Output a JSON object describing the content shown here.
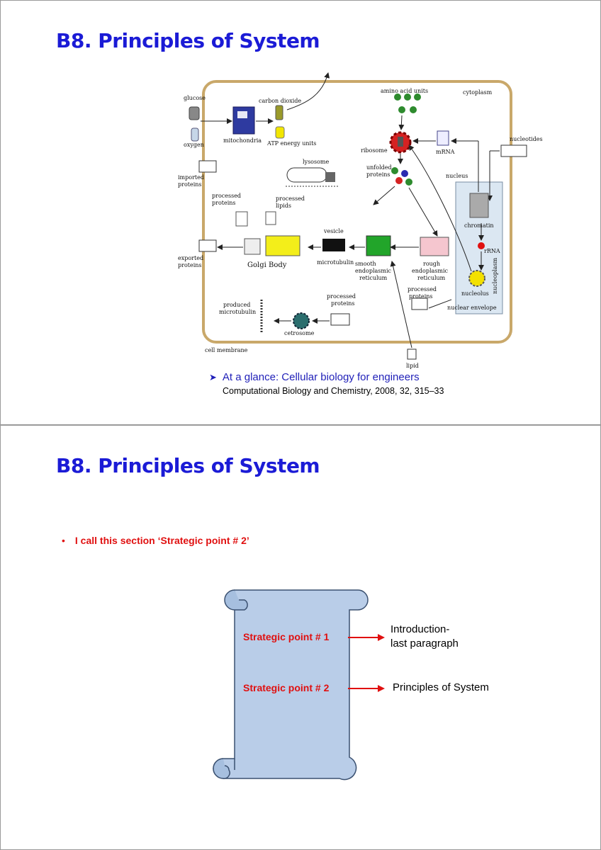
{
  "slides": [
    {
      "title": "B8. Principles of System",
      "figure": {
        "labels": {
          "cytoplasm": "cytoplasm",
          "glucose": "glucose",
          "oxygen": "oxygen",
          "mitochondria": "mitochondria",
          "carbon_dioxide": "carbon dioxide",
          "atp": "ATP energy units",
          "amino_acid_units": "amino acid units",
          "ribosome": "ribosome",
          "mrna": "mRNA",
          "nucleotides": "nucleotides",
          "nucleus": "nucleus",
          "chromatin": "chromatin",
          "rrna": "rRNA",
          "nucleoplasm": "nucleoplasm",
          "nucleolus": "nucleolus",
          "nuclear_envelope": "nuclear envelope",
          "imported_proteins_1": "imported",
          "imported_proteins_2": "proteins",
          "lysosome": "lysosome",
          "unfolded_proteins_1": "unfolded",
          "unfolded_proteins_2": "proteins",
          "processed_proteins_1": "processed",
          "processed_proteins_2": "proteins",
          "processed_lipids_1": "processed",
          "processed_lipids_2": "lipids",
          "vesicle": "vesicle",
          "microtubulin": "microtubulin",
          "exported_proteins_1": "exported",
          "exported_proteins_2": "proteins",
          "golgi_body": "Golgi Body",
          "smooth_er_1": "smooth",
          "smooth_er_2": "endoplasmic",
          "smooth_er_3": "reticulum",
          "rough_er_1": "rough",
          "rough_er_2": "endoplasmic",
          "rough_er_3": "reticulum",
          "processed_proteins_b_1": "processed",
          "processed_proteins_b_2": "proteins",
          "produced_microtubulin_1": "produced",
          "produced_microtubulin_2": "microtubulin",
          "processed_proteins_c_1": "processed",
          "processed_proteins_c_2": "proteins",
          "cetrosome": "cetrosome",
          "cell_membrane": "cell membrane",
          "lipid": "lipid"
        }
      },
      "reference": {
        "title": "At a glance: Cellular biology for engineers",
        "source": "Computational Biology and Chemistry, 2008, 32, 315–33"
      }
    },
    {
      "title": "B8. Principles of System",
      "bullet": "I call this section ‘Strategic point # 2’",
      "points": [
        {
          "label": "Strategic point # 1",
          "target_line1": "Introduction-",
          "target_line2": "last paragraph"
        },
        {
          "label": "Strategic point # 2",
          "target_line1": "Principles of System"
        }
      ]
    }
  ],
  "colors": {
    "title": "#1b1bd6",
    "accent_red": "#e01010",
    "reference_blue": "#1f1fb8",
    "cell_border": "#c9a86a",
    "nucleus_fill": "#dbe7f2",
    "scroll_fill": "#b9cde8",
    "scroll_stroke": "#3a5070"
  }
}
